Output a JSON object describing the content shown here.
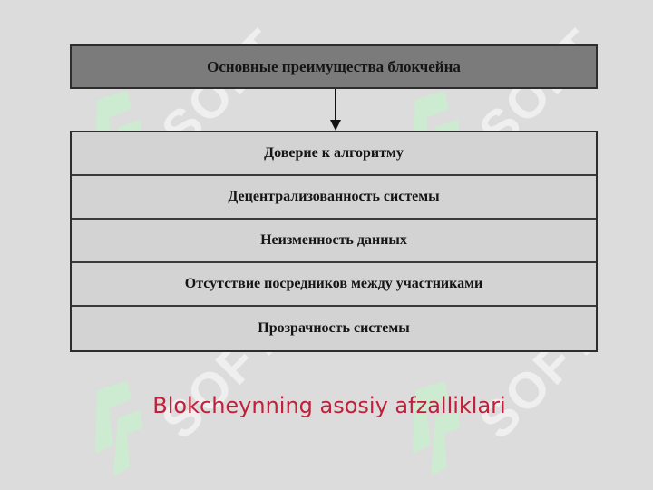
{
  "watermark": {
    "text": "SOFT",
    "icon": "leaf-logo-icon",
    "color": "#ffffff",
    "logo_color": "#c8f0cc"
  },
  "diagram": {
    "header": "Основные преимущества блокчейна",
    "items": [
      {
        "label": "Доверие к алгоритму"
      },
      {
        "label": "Децентрализованность системы"
      },
      {
        "label": "Неизменность данных"
      },
      {
        "label": "Отсутствие посредников между участниками"
      },
      {
        "label": "Прозрачность системы"
      }
    ]
  },
  "caption": "Blokcheynning asosiy afzalliklari",
  "colors": {
    "header_fill": "#7b7b7b",
    "row_fill": "#d3d3d3",
    "caption": "#c0203a",
    "background": "#dcdcdc"
  }
}
